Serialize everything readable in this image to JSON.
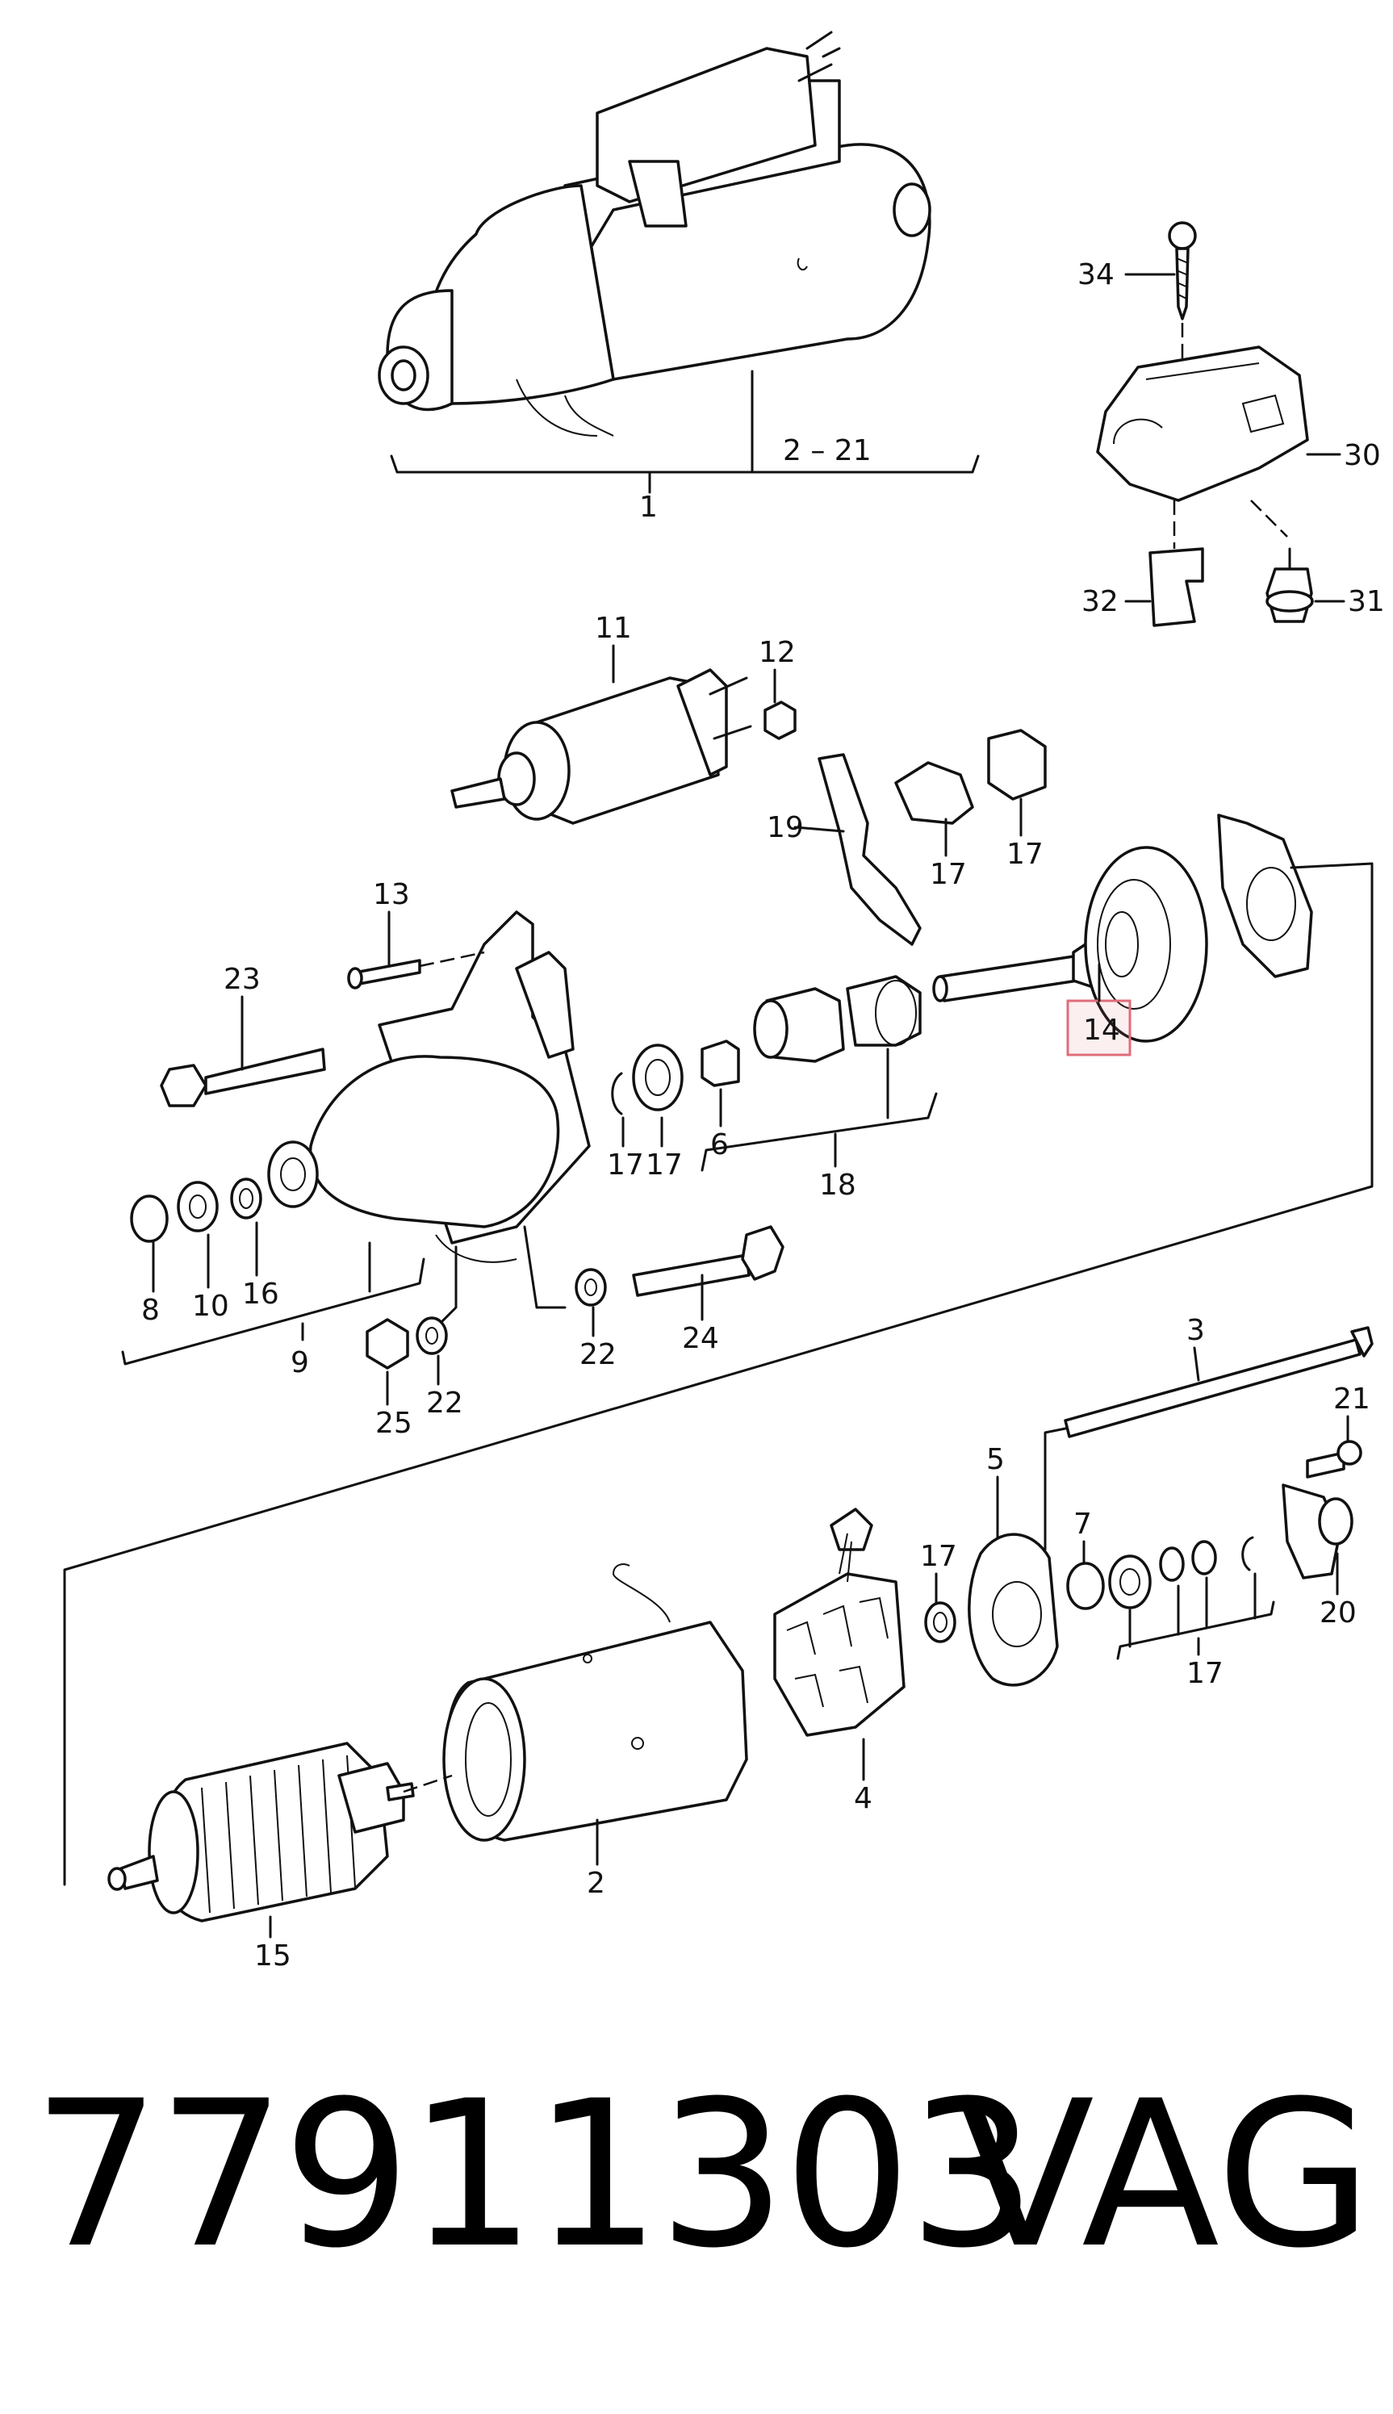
{
  "diagram": {
    "callouts": {
      "c1": "1",
      "c2_21": "2 – 21",
      "c34": "34",
      "c30": "30",
      "c32": "32",
      "c31": "31",
      "c11": "11",
      "c12": "12",
      "c19": "19",
      "c17a": "17",
      "c17b": "17",
      "c13": "13",
      "c23": "23",
      "c14": "14",
      "c17c": "17",
      "c17d": "17",
      "c6": "6",
      "c18": "18",
      "c8": "8",
      "c10": "10",
      "c16": "16",
      "c9": "9",
      "c22a": "22",
      "c24": "24",
      "c25": "25",
      "c22b": "22",
      "c3": "3",
      "c21": "21",
      "c5": "5",
      "c7": "7",
      "c17e": "17",
      "c20": "20",
      "c17f": "17",
      "c4": "4",
      "c2": "2",
      "c15": "15"
    },
    "highlighted_part": "14",
    "highlight_color": "#e06c7a"
  },
  "footer": {
    "part_number": "77911303",
    "brand": "VAG"
  }
}
